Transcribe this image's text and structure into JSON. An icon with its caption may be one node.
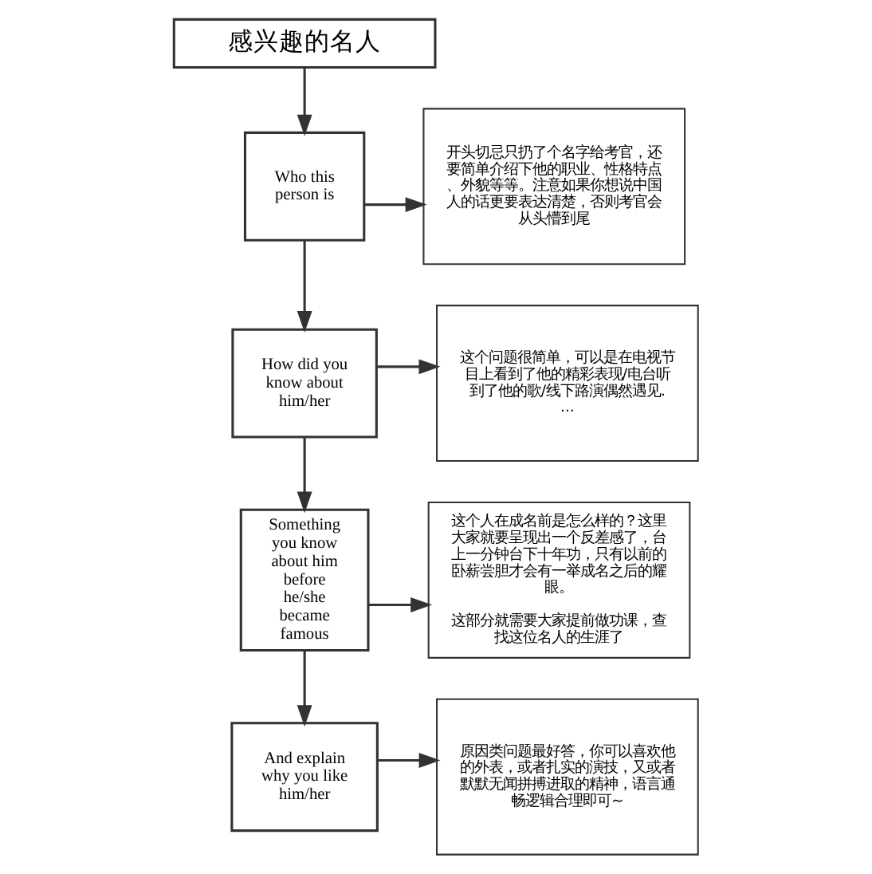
{
  "diagram": {
    "nodes": [
      {
        "text": [
          "感兴趣的名人"
        ]
      },
      {
        "text": [
          "Who this person is"
        ]
      },
      {
        "text": [
          "How did you know about him/her"
        ]
      },
      {
        "text": [
          "Something you know about him before he/she became famous"
        ]
      },
      {
        "text": [
          "And explain why you like him/her"
        ]
      },
      {
        "text": [
          "开头切忌只扔了个名字给考官，还要简单介绍下他的职业、性格特点、外貌等等。注意如果你想说中国人的话更要表达清楚，否则考官会从头懵到尾"
        ]
      },
      {
        "text": [
          "这个问题很简单，可以是在电视节目上看到了他的精彩表现/电台听到了他的歌/线下路演偶然遇见...."
        ]
      },
      {
        "text": [
          "这个人在成名前是怎么样的？这里大家就要呈现出一个反差感了，台上一分钟台下十年功，只有以前的卧薪尝胆才会有一举成名之后的耀眼。",
          "这部分就需要大家提前做功课，查找这位名人的生涯了"
        ]
      },
      {
        "text": [
          "原因类问题最好答，你可以喜欢他的外表，或者扎实的演技，又或者默默无闻拼搏进取的精神，语言通畅逻辑合理即可~"
        ]
      }
    ],
    "edges": [
      {
        "from": 0,
        "to": 1,
        "arrow": "to"
      },
      {
        "from": 1,
        "to": 2,
        "arrow": "to"
      },
      {
        "from": 2,
        "to": 3,
        "arrow": "to"
      },
      {
        "from": 3,
        "to": 4,
        "arrow": "to"
      },
      {
        "from": 1,
        "to": 5,
        "arrow": "to"
      },
      {
        "from": 2,
        "to": 6,
        "arrow": "to"
      },
      {
        "from": 3,
        "to": 7,
        "arrow": "to"
      },
      {
        "from": 4,
        "to": 8,
        "arrow": "to"
      }
    ]
  }
}
